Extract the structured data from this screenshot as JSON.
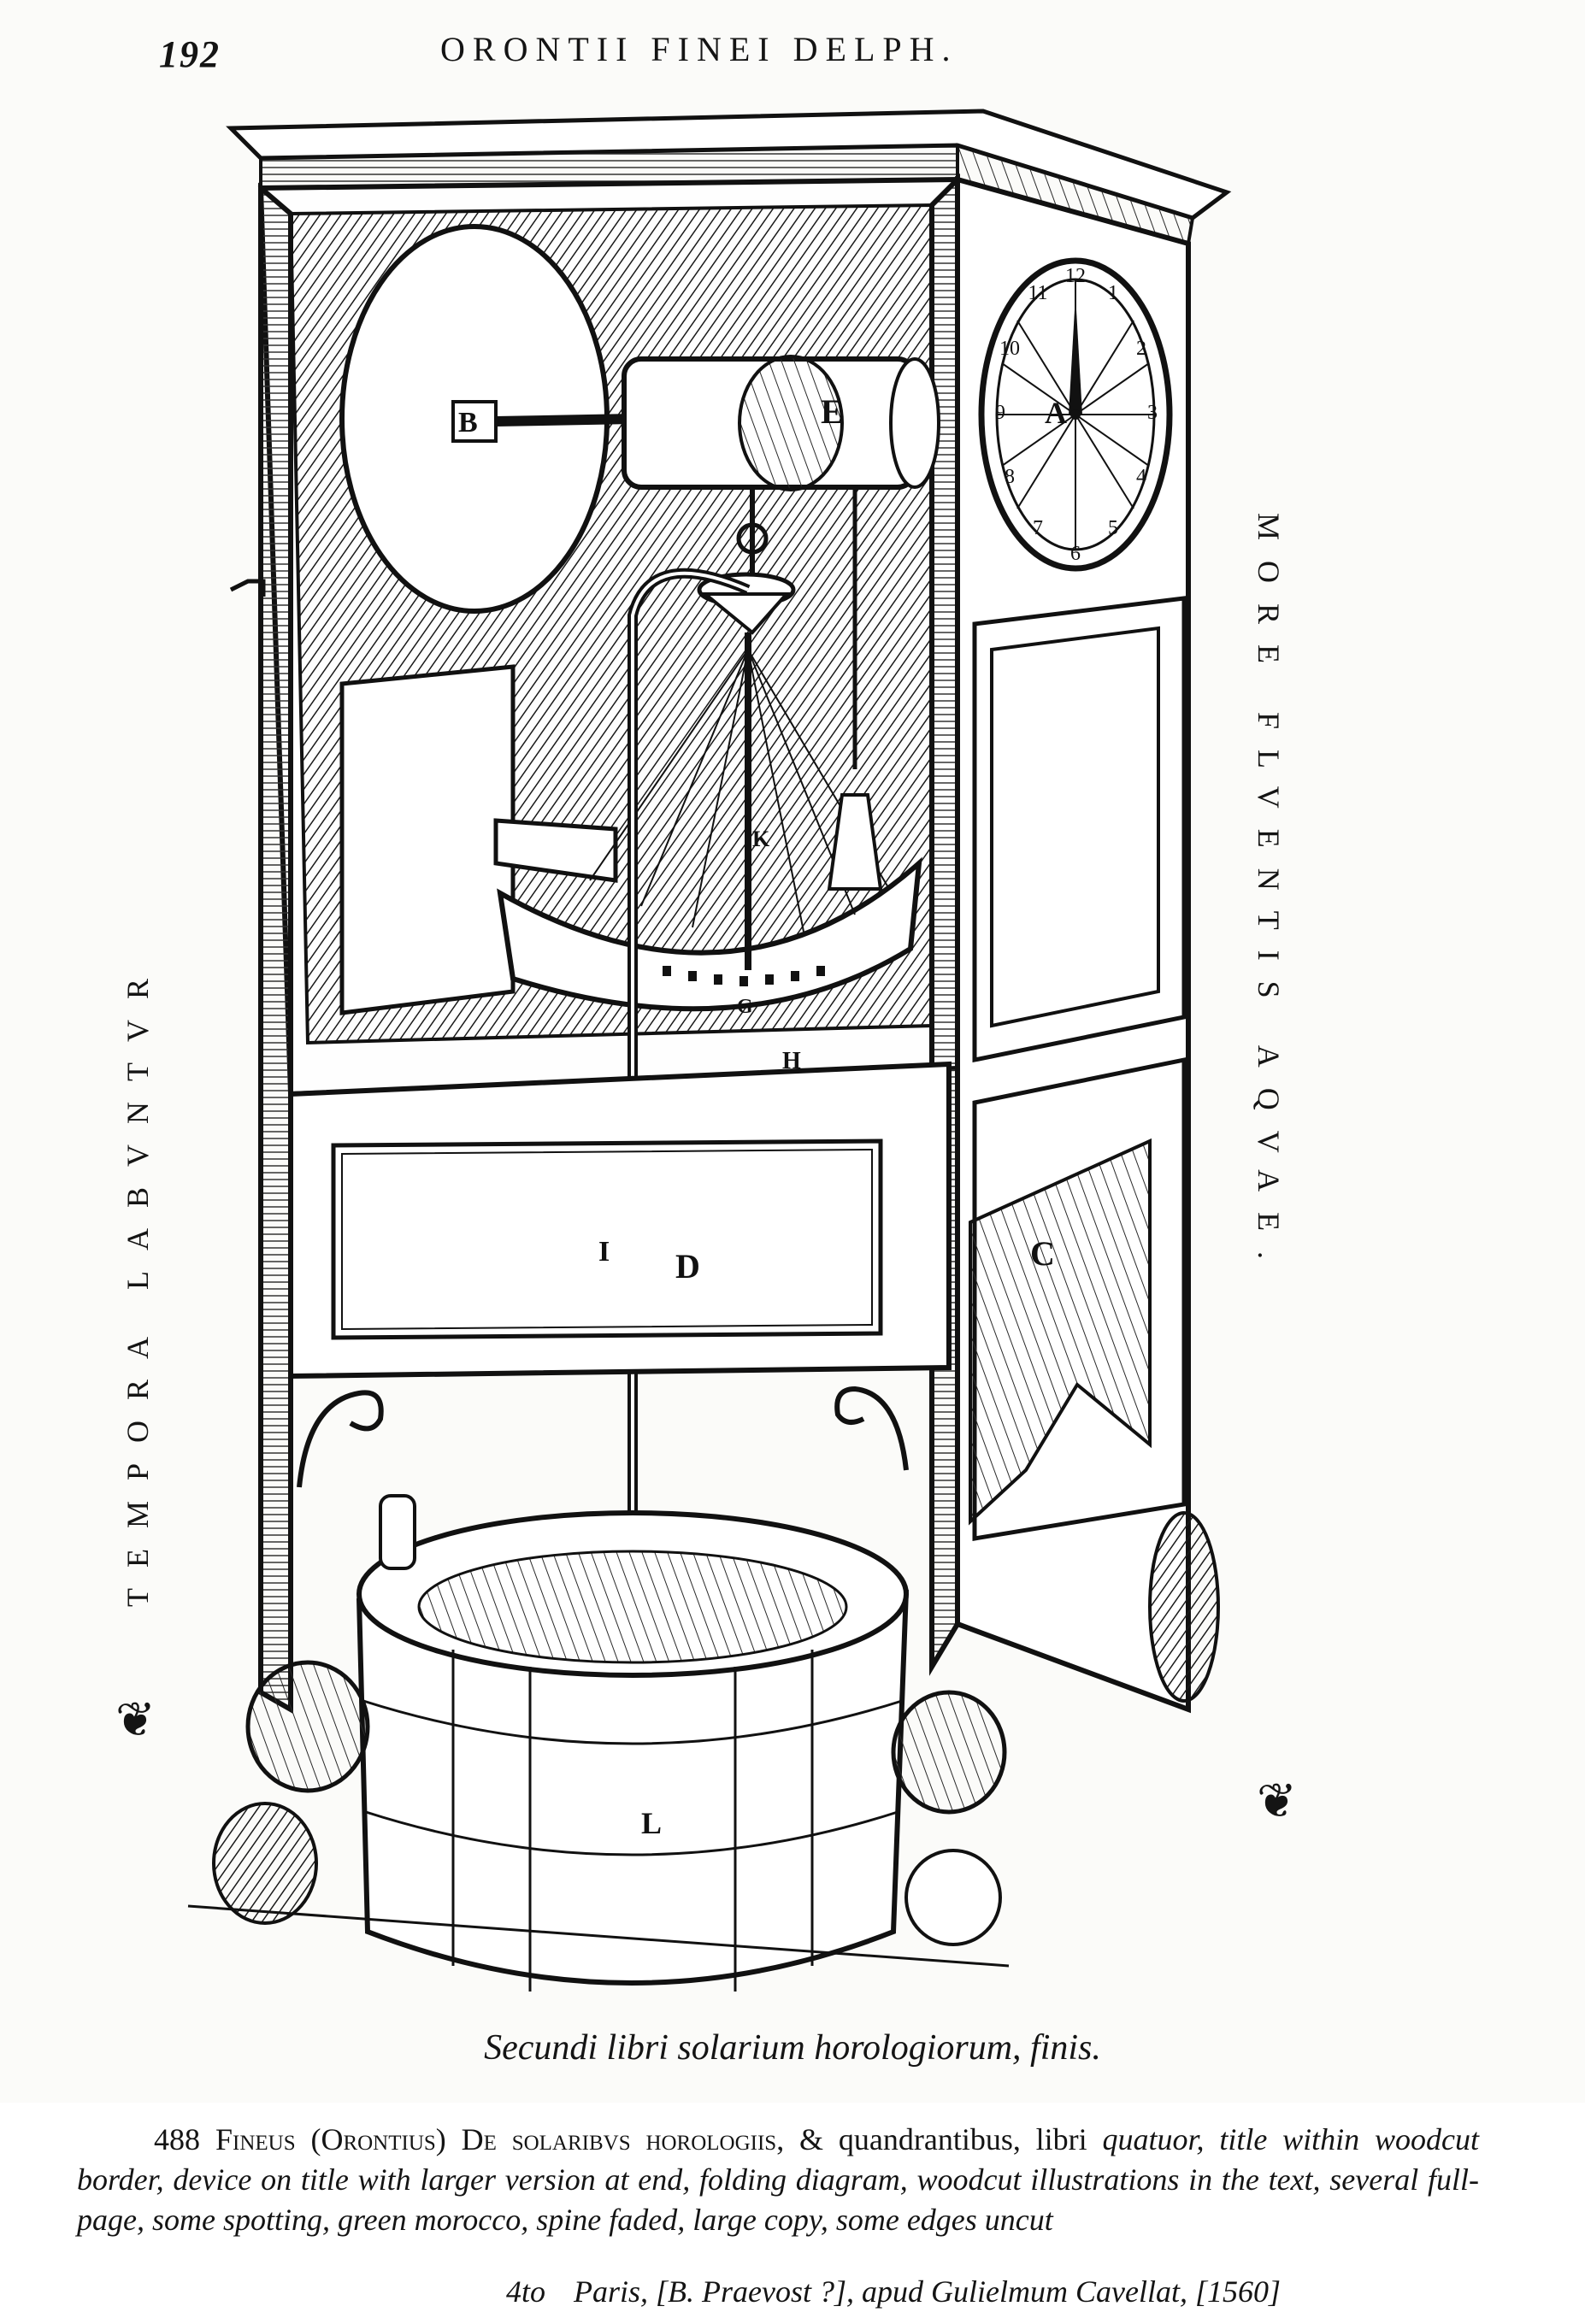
{
  "page": {
    "number": "192",
    "running_head": "ORONTII FINEI DELPH."
  },
  "side_text": {
    "left": "TEMPORA LABVNTVR",
    "right": "MORE FLVENTIS AQVAE."
  },
  "fleurons": [
    "❦",
    "❦"
  ],
  "figure_labels": {
    "A": "A",
    "B": "B",
    "C": "C",
    "D": "D",
    "E": "E",
    "G": "G",
    "H": "H",
    "I": "I",
    "K": "K",
    "L": "L"
  },
  "dial_numbers": [
    "12",
    "1",
    "2",
    "3",
    "4",
    "5",
    "6",
    "7",
    "8",
    "9",
    "10",
    "11"
  ],
  "caption": "Secundi libri solarium horologiorum, finis.",
  "catalogue": {
    "number": "488",
    "author": "Fineus (Orontius)",
    "title": "De solaribvs horologiis,",
    "title_rest": "& quandrantibus, libri",
    "description": "quatuor, title within woodcut border, device on title with larger version at end, folding diagram, woodcut illustrations in the text, several full-page, some spotting, green morocco, spine faded, large copy, some edges uncut",
    "format": "4to",
    "imprint": "Paris, [B. Praevost ?], apud Gulielmum Cavellat, [1560]"
  }
}
